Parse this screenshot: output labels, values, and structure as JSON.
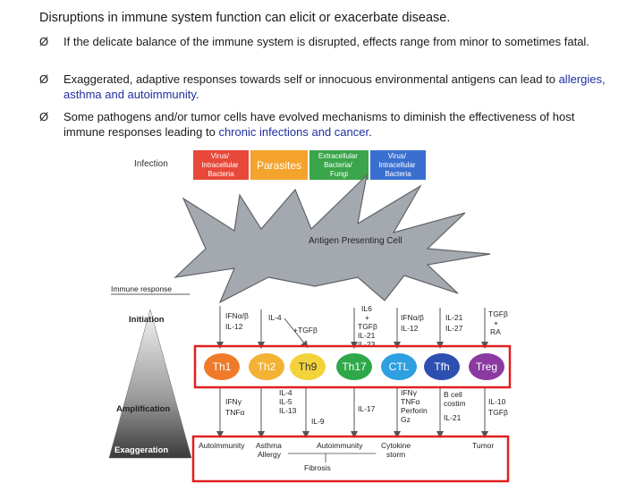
{
  "title": "Disruptions in immune system function can elicit or exacerbate disease.",
  "bullet_mark": "Ø",
  "bullets": [
    {
      "pre": "If the delicate balance of the immune system is disrupted, effects range from minor to sometimes fatal.",
      "hl": "",
      "post": ""
    },
    {
      "pre": "Exaggerated, adaptive responses towards self or innocuous environmental antigens can lead to ",
      "hl": "allergies, asthma and autoimmunity",
      "post": "."
    },
    {
      "pre": "Some pathogens and/or tumor cells have evolved mechanisms to diminish the effectiveness of host immune responses leading to ",
      "hl": "chronic infections and cancer",
      "post": "."
    }
  ],
  "diagram": {
    "infection_label": "Infection",
    "immune_response_label": "Immune response",
    "apc_label": "Antigen Presenting Cell",
    "stages": [
      "Initiation",
      "Amplification",
      "Exaggeration"
    ],
    "pathogens": [
      {
        "lines": [
          "Virus/",
          "Intracellular",
          "Bacteria"
        ],
        "color": "#e8483a"
      },
      {
        "lines": [
          "Parasites"
        ],
        "color": "#f4a32c"
      },
      {
        "lines": [
          "Extracellular",
          "Bacteria/",
          "Fungi"
        ],
        "color": "#3aa54a"
      },
      {
        "lines": [
          "Virus/",
          "Intracellular",
          "Bacteria"
        ],
        "color": "#3a6fd1"
      }
    ],
    "inducers": [
      [
        "IFNα/β",
        "IL-12"
      ],
      [
        "IL-4"
      ],
      [
        "+TGFβ"
      ],
      [
        "IL6",
        "+",
        "TGFβ",
        "IL-21",
        "IL-23"
      ],
      [
        "IFNα/β",
        "IL-12"
      ],
      [
        "IL-21",
        "IL-27"
      ],
      [
        "TGFβ",
        "+",
        "RA"
      ]
    ],
    "cells": [
      {
        "name": "Th1",
        "color": "#ef7b2a"
      },
      {
        "name": "Th2",
        "color": "#f2b233"
      },
      {
        "name": "Th9",
        "color": "#f4d23a"
      },
      {
        "name": "Th17",
        "color": "#2fa84a"
      },
      {
        "name": "CTL",
        "color": "#2e9fe0"
      },
      {
        "name": "Tfh",
        "color": "#2c4fb0"
      },
      {
        "name": "Treg",
        "color": "#8a3aa0"
      }
    ],
    "cytokines": [
      [
        "IFNγ",
        "TNFα"
      ],
      [
        "IL-4",
        "IL-5",
        "IL-13"
      ],
      [
        "IL-9"
      ],
      [
        "IL-17"
      ],
      [
        "IFNγ",
        "TNFα",
        "Perforin",
        "Gz"
      ],
      [
        "B cell",
        "costim",
        "IL-21"
      ],
      [
        "IL-10",
        "TGFβ"
      ]
    ],
    "outcomes": [
      "Autoimmunity",
      "Asthma",
      "Allergy",
      "Autoimmunity",
      "Cytokine",
      "storm",
      "Tumor",
      "Fibrosis"
    ]
  }
}
